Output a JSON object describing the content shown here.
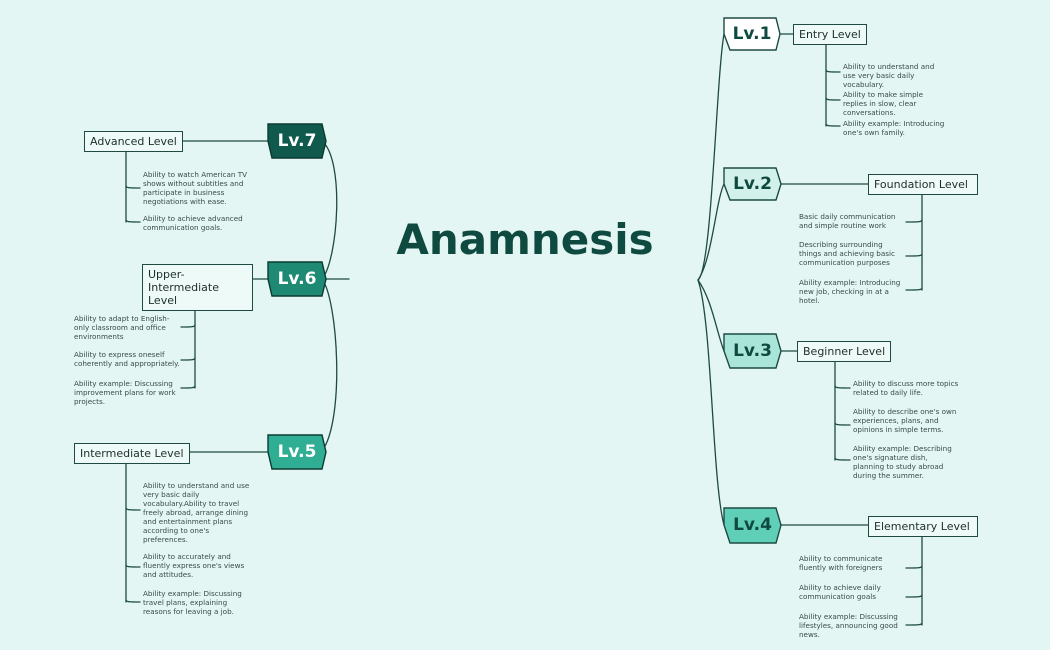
{
  "title": "Anamnesis",
  "colors": {
    "background": "#e3f6f3",
    "line": "#1e4a43",
    "dark": "#0f5a4c"
  },
  "levels": [
    {
      "badge": "Lv.1",
      "name": "Entry Level",
      "items": [
        "Ability to understand and use very basic daily vocabulary.",
        "Ability to make simple replies in slow, clear conversations.",
        "Ability example: Introducing one's own family."
      ]
    },
    {
      "badge": "Lv.2",
      "name": "Foundation Level",
      "items": [
        "Basic daily communication and simple routine work",
        "Describing surrounding things and achieving basic communication purposes",
        "Ability example: Introducing new job, checking in at a hotel."
      ]
    },
    {
      "badge": "Lv.3",
      "name": "Beginner Level",
      "items": [
        "Ability to discuss more topics related to daily life.",
        "Ability to describe one's own experiences, plans, and opinions in simple terms.",
        "Ability example: Describing one's signature dish, planning to study abroad during the summer."
      ]
    },
    {
      "badge": "Lv.4",
      "name": "Elementary Level",
      "items": [
        "Ability to communicate fluently with foreigners",
        "Ability to achieve daily communication goals",
        "Ability example: Discussing lifestyles, announcing good news."
      ]
    },
    {
      "badge": "Lv.5",
      "name": "Intermediate Level",
      "items": [
        "Ability to understand and use very basic daily vocabulary.Ability to travel freely abroad, arrange dining and entertainment plans according to one's preferences.",
        "Ability to accurately and fluently express one's views and attitudes.",
        "Ability example: Discussing travel plans, explaining reasons for leaving a job."
      ]
    },
    {
      "badge": "Lv.6",
      "name": "Upper-Intermediate Level",
      "items": [
        "Ability to adapt to English-only classroom and office environments",
        "Ability to express oneself coherently and appropriately.",
        "Ability example: Discussing improvement plans for work projects."
      ]
    },
    {
      "badge": "Lv.7",
      "name": "Advanced Level",
      "items": [
        "Ability to watch American TV shows without subtitles and participate in business negotiations with ease.",
        "Ability to achieve advanced communication goals."
      ]
    }
  ]
}
